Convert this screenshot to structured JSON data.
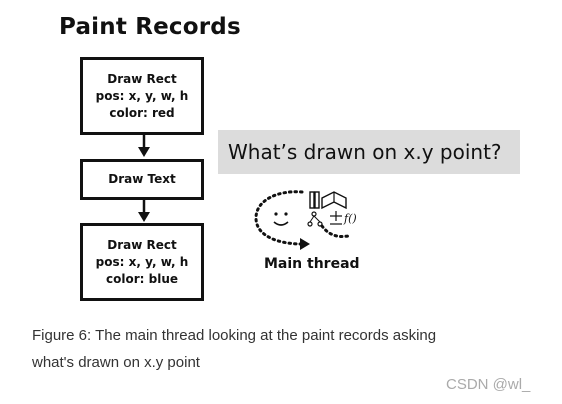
{
  "diagram": {
    "title": "Paint Records",
    "records": [
      {
        "lines": [
          "Draw Rect",
          "pos: x, y, w, h",
          "color: red"
        ]
      },
      {
        "lines": [
          "Draw Text"
        ]
      },
      {
        "lines": [
          "Draw Rect",
          "pos: x, y, w, h",
          "color: blue"
        ]
      }
    ],
    "question": "What’s drawn on x.y point?",
    "thread_label": "Main thread",
    "thread_icon_text": "f()"
  },
  "caption": {
    "line1": "Figure 6: The main thread looking at the paint records asking",
    "line2": "what's drawn on x.y point"
  },
  "watermark": "CSDN @wl_"
}
